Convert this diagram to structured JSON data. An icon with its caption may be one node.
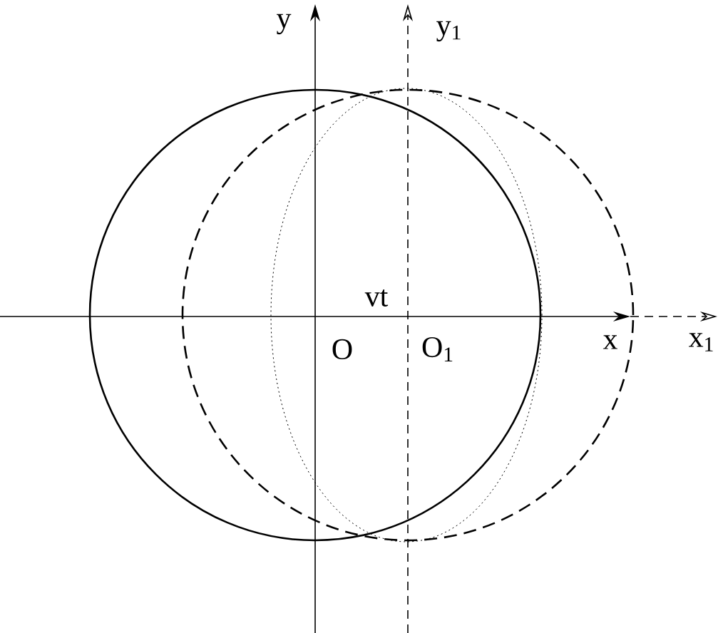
{
  "diagram": {
    "labels": [
      "y",
      "y$_{1}$",
      "vt",
      "O",
      "O$_{1}$",
      "x",
      "x$_{1}$"
    ]
  }
}
